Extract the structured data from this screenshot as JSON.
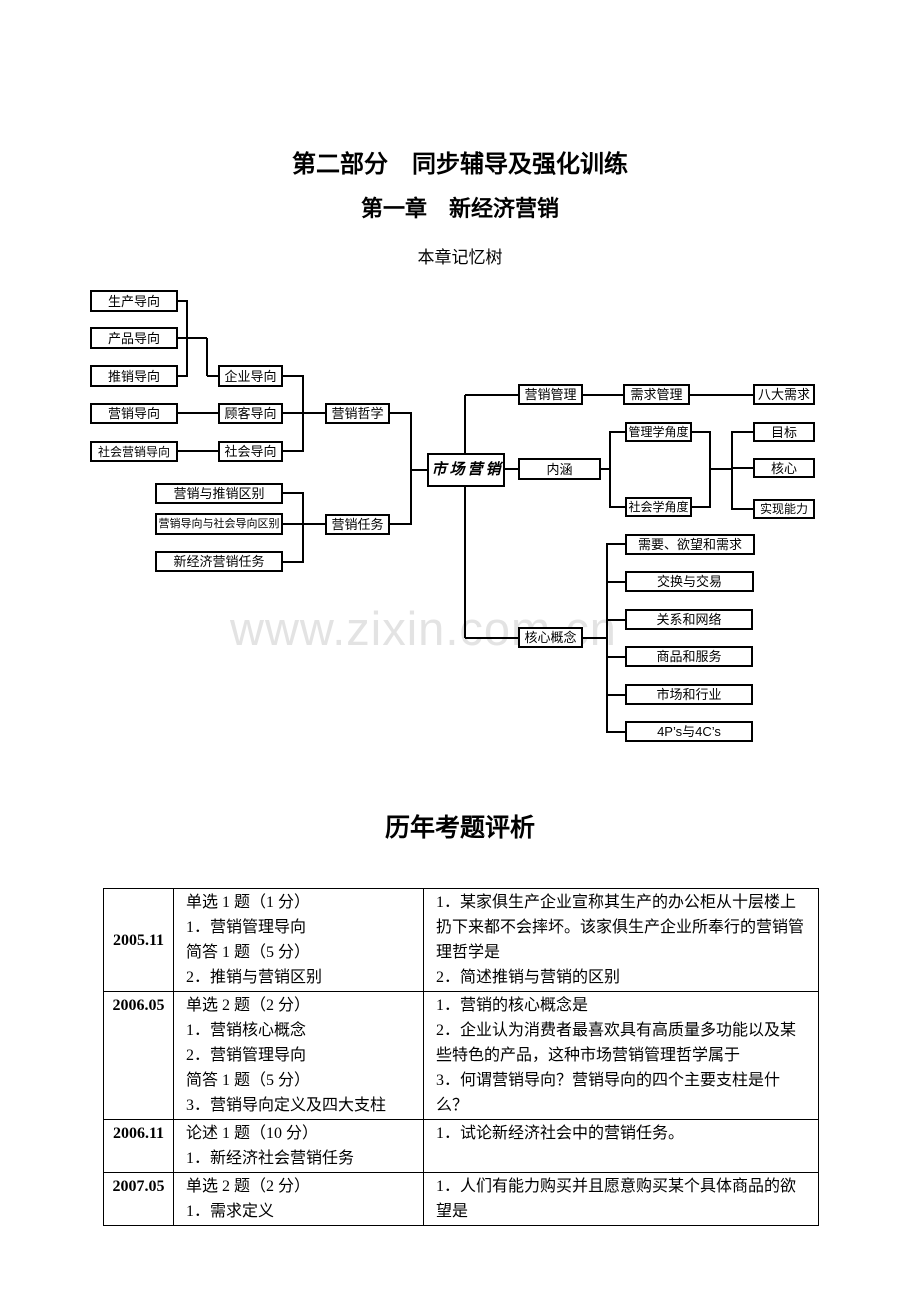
{
  "page": {
    "part_title": "第二部分　同步辅导及强化训练",
    "chapter_title": "第一章　新经济营销",
    "tree_title": "本章记忆树",
    "section_title": "历年考题评析",
    "watermark": "www.zixin.com.cn"
  },
  "colors": {
    "line": "#000000",
    "watermark": "#e3e3e3"
  },
  "diagram": {
    "nodes": [
      {
        "id": "production-orientation",
        "label": "生产导向"
      },
      {
        "id": "product-orientation",
        "label": "产品导向"
      },
      {
        "id": "selling-orientation",
        "label": "推销导向"
      },
      {
        "id": "marketing-orientation",
        "label": "营销导向"
      },
      {
        "id": "societal-marketing-orientation",
        "label": "社会营销导向"
      },
      {
        "id": "enterprise-orientation",
        "label": "企业导向"
      },
      {
        "id": "customer-orientation",
        "label": "顾客导向"
      },
      {
        "id": "social-orientation",
        "label": "社会导向"
      },
      {
        "id": "marketing-philosophy",
        "label": "营销哲学"
      },
      {
        "id": "marketing-vs-selling",
        "label": "营销与推销区别"
      },
      {
        "id": "marketing-vs-social-orientation",
        "label": "营销导向与社会导向区别"
      },
      {
        "id": "new-economy-marketing-tasks",
        "label": "新经济营销任务"
      },
      {
        "id": "marketing-tasks",
        "label": "营销任务"
      },
      {
        "id": "market-marketing-root",
        "label": "市场营销"
      },
      {
        "id": "marketing-management",
        "label": "营销管理"
      },
      {
        "id": "demand-management",
        "label": "需求管理"
      },
      {
        "id": "eight-demands",
        "label": "八大需求"
      },
      {
        "id": "connotation",
        "label": "内涵"
      },
      {
        "id": "management-perspective",
        "label": "管理学角度"
      },
      {
        "id": "sociology-perspective",
        "label": "社会学角度"
      },
      {
        "id": "goal",
        "label": "目标"
      },
      {
        "id": "core",
        "label": "核心"
      },
      {
        "id": "realization-capability",
        "label": "实现能力"
      },
      {
        "id": "core-concepts",
        "label": "核心概念"
      },
      {
        "id": "needs-wants-demands",
        "label": "需要、欲望和需求"
      },
      {
        "id": "exchange-transaction",
        "label": "交换与交易"
      },
      {
        "id": "relationships-networks",
        "label": "关系和网络"
      },
      {
        "id": "goods-services",
        "label": "商品和服务"
      },
      {
        "id": "markets-industries",
        "label": "市场和行业"
      },
      {
        "id": "4ps-4cs",
        "label": "4P’s与4C’s"
      }
    ]
  },
  "exam_table": {
    "rows": [
      {
        "year": "2005.11",
        "questions": [
          "单选 1 题（1 分）",
          "1．营销管理导向",
          "简答 1 题（5 分）",
          "2．推销与营销区别"
        ],
        "analysis": [
          "1．某家俱生产企业宣称其生产的办公柜从十层楼上扔下来都不会摔坏。该家俱生产企业所奉行的营销管理哲学是",
          "2．简述推销与营销的区别"
        ]
      },
      {
        "year": "2006.05",
        "questions": [
          "单选 2 题（2 分）",
          "1．营销核心概念",
          "2．营销管理导向",
          "简答 1 题（5 分）",
          "3．营销导向定义及四大支柱"
        ],
        "analysis": [
          "1．营销的核心概念是",
          "2．企业认为消费者最喜欢具有高质量多功能以及某些特色的产品，这种市场营销管理哲学属于",
          "3．何谓营销导向？营销导向的四个主要支柱是什么？"
        ]
      },
      {
        "year": "2006.11",
        "questions": [
          "论述 1 题（10 分）",
          "1．新经济社会营销任务"
        ],
        "analysis": [
          "1．试论新经济社会中的营销任务。"
        ]
      },
      {
        "year": "2007.05",
        "questions": [
          "单选 2 题（2 分）",
          "1．需求定义"
        ],
        "analysis": [
          "1．人们有能力购买并且愿意购买某个具体商品的欲望是"
        ]
      }
    ]
  }
}
